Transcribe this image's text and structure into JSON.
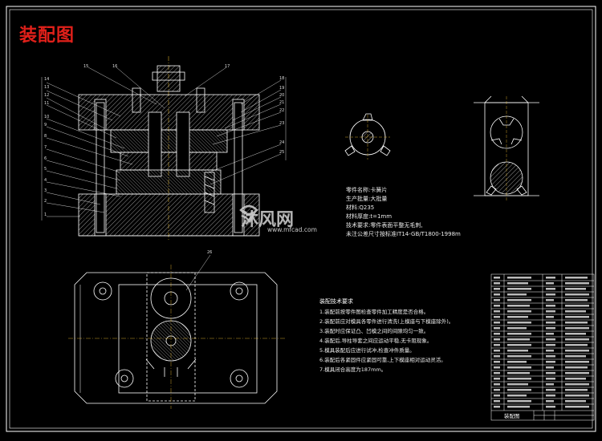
{
  "title": "装配图",
  "part_info": [
    "零件名称:卡簧片",
    "生产批量:大批量",
    "材料:Q235",
    "材料厚度:t=1mm",
    "技术要求:零件表面平整无毛刺,",
    "未注公差尺寸按标准IT14-GB/T1800-1998m"
  ],
  "tech_notes": {
    "heading": "装配技术要求",
    "items": [
      "1.装配前按零件图检查零件加工精度是否合格。",
      "2.装配前应对模具各零件进行清洗(上模座与下模座除外)。",
      "3.装配时应保证凸、凹模之间的间隙均匀一致。",
      "4.装配后,导柱导套之间应运动平稳,无卡阻现象。",
      "5.模具装配后应进行试冲,检查冲件质量。",
      "6.装配后各紧固件应紧固可靠,上下模座相对运动灵活。",
      "7.模具闭合高度为187mm。"
    ]
  },
  "callouts_top": [
    "15",
    "16",
    "17"
  ],
  "callouts_left": [
    "14",
    "13",
    "12",
    "11",
    "10",
    "9",
    "8",
    "7",
    "6",
    "5",
    "4",
    "3",
    "2",
    "1"
  ],
  "callouts_right": [
    "18",
    "19",
    "20",
    "21",
    "22",
    "23",
    "24",
    "25"
  ],
  "callout_plan": "26",
  "watermark": {
    "brand": "沐风网",
    "url": "www.mfcad.com"
  },
  "title_block": {
    "drawing_name": "装配图"
  },
  "colors": {
    "title": "#e0201a",
    "lines": "#ffffff",
    "hatch": "#cccccc",
    "background": "#000000"
  }
}
